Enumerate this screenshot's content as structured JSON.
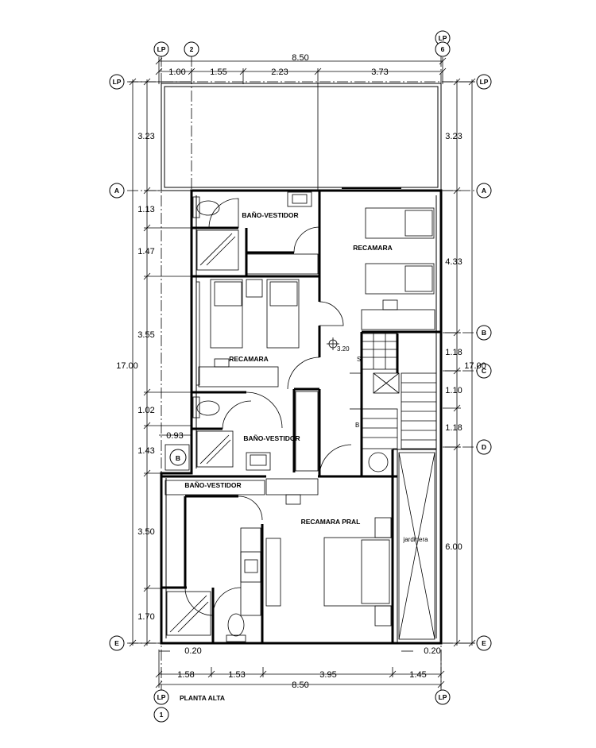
{
  "plan_title": "PLANTA ALTA",
  "rooms": {
    "bath_top": "BAÑO-VESTIDOR",
    "bedroom_top": "RECAMARA",
    "bedroom_mid": "RECAMARA",
    "bath_mid": "BAÑO-VESTIDOR",
    "bath_master": "BAÑO-VESTIDOR",
    "master_bedroom": "RECAMARA PRAL",
    "garden": "jardinera"
  },
  "labels": {
    "level": "3.20",
    "stair_up": "S",
    "stair_down": "B"
  },
  "axes": {
    "lp": "LP",
    "one": "1",
    "two": "2",
    "six": "6",
    "a": "A",
    "b": "B",
    "c": "C",
    "d": "D",
    "e": "E",
    "b_small": "B"
  },
  "dims_top": {
    "total": "8.50",
    "d1": "1.00",
    "d2": "1.55",
    "d3": "2.23",
    "d4": "3.73"
  },
  "dims_bottom": {
    "total": "8.50",
    "d1": "1.58",
    "d2": "1.53",
    "d3": "3.95",
    "d4": "1.45",
    "left_small": "0.20",
    "right_small": "0.20"
  },
  "dims_left": {
    "total": "17.00",
    "d1": "3.23",
    "d2": "1.13",
    "d3": "1.47",
    "d4": "3.55",
    "d5": "1.02",
    "d6": "1.43",
    "d7": "3.50",
    "d8": "1.70",
    "side": "0.93"
  },
  "dims_right": {
    "total": "17.00",
    "d1": "3.23",
    "d2": "4.33",
    "d3": "1.18",
    "d4": "1.10",
    "d5": "1.18",
    "d6": "6.00"
  }
}
